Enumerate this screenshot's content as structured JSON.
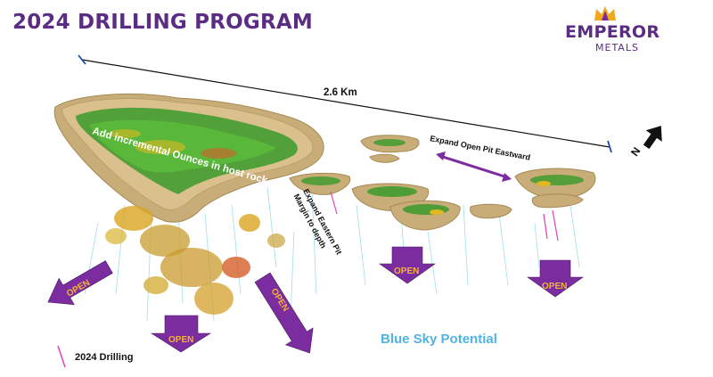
{
  "title": "2024 DRILLING PROGRAM",
  "logo": {
    "name": "EMPEROR",
    "sub": "METALS",
    "icon": "crown-icon"
  },
  "annotations": {
    "distance": "2.6 Km",
    "incremental": "Add incremental Ounces in host rock",
    "expand_east": "Expand Open Pit Eastward",
    "margin_line1": "Expand Eastern Pit",
    "margin_line2": "Margin to depth",
    "open": "OPEN",
    "north": "N",
    "blue_sky": "Blue Sky Potential"
  },
  "legend": {
    "label": "2024 Drilling"
  },
  "colors": {
    "title": "#5b2c83",
    "purple_arrow": "#7b2c9e",
    "open_text": "#f3b23c",
    "pit": "#c9ad79",
    "sky": "#4fb3e6",
    "drill": "#e040b8"
  }
}
